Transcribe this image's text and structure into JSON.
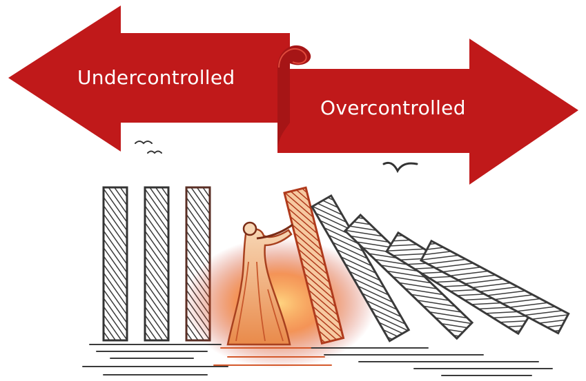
{
  "arrows": {
    "left_label": "Undercontrolled",
    "right_label": "Overcontrolled"
  },
  "colors": {
    "arrow_fill": "#c0191a",
    "arrow_shade": "#8e1414",
    "ink": "#3a3a3a",
    "glow_orange": "#f0701f",
    "glow_red": "#c0281c",
    "background": "#ffffff"
  },
  "illustration": {
    "subject": "person-pushing-falling-dominoes",
    "standing_dominoes": 3,
    "falling_dominoes": 5,
    "birds": 3
  }
}
